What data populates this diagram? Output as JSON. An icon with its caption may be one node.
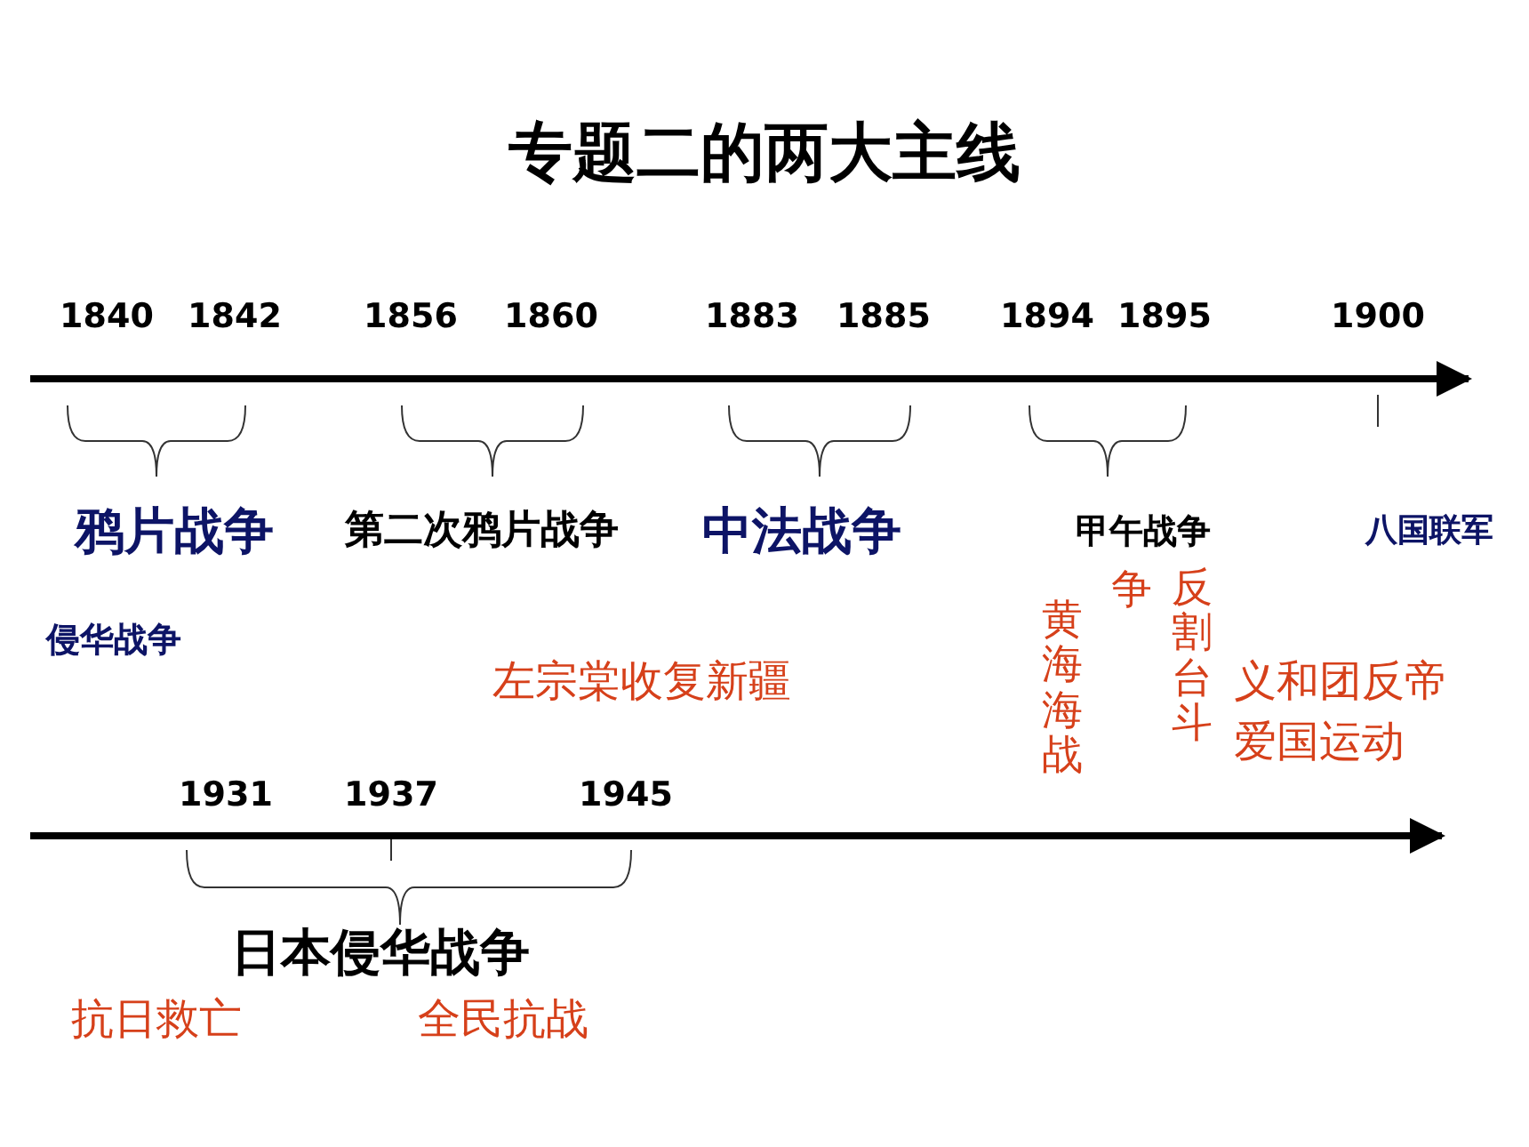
{
  "diagram": {
    "title": "专题二的两大主线",
    "labels": [
      "1840",
      "1842",
      "1856",
      "1860",
      "1883",
      "1885",
      "1894",
      "1895",
      "1900",
      "鸦片战争",
      "第二次鸦片战争",
      "中法战争",
      "甲午战争",
      "八国联军",
      "侵华战争",
      "黄海海战",
      "争",
      "反割台斗",
      "左宗棠收复新疆",
      "义和团反帝",
      "爱国运动",
      "1931",
      "1937",
      "1945",
      "日本侵华战争",
      "抗日救亡",
      "全民抗战"
    ]
  }
}
